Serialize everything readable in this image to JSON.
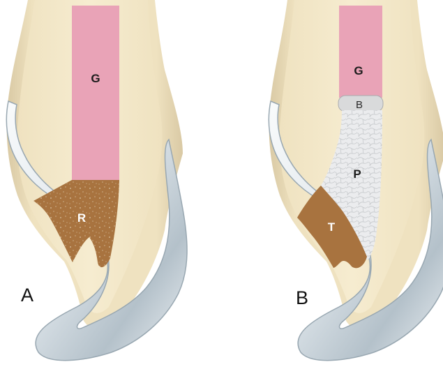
{
  "panels": [
    {
      "letter": "A",
      "labels": {
        "gutta_percha": "G",
        "restoration": "R"
      }
    },
    {
      "letter": "B",
      "labels": {
        "gutta_percha": "G",
        "barrier": "B",
        "plug": "P",
        "temporary": "T"
      }
    }
  ],
  "colors": {
    "dentin": "#f3e7c6",
    "root_shell": "#e6d8b6",
    "enamel_light": "#f7fafc",
    "enamel_shade": "#a9b6c0",
    "gutta_percha": "#e9a3b7",
    "restoration": "#a8733f",
    "barrier": "#d9dadb",
    "plug": "#e9eaeb",
    "temporary": "#a8733f",
    "label_dark": "#1b1b1b",
    "label_light": "#ffffff"
  }
}
